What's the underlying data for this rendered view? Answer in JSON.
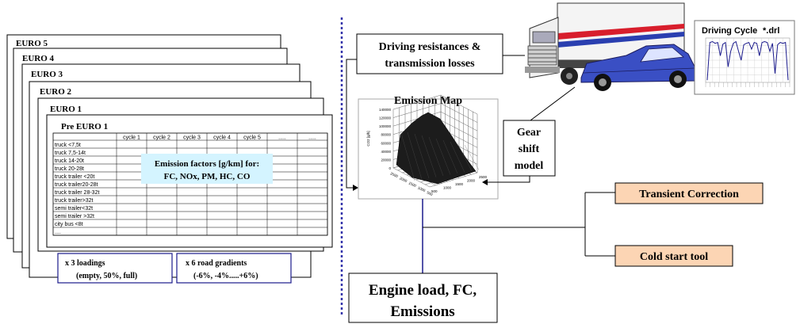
{
  "sheets": {
    "euro5": "EURO 5",
    "euro4": "EURO 4",
    "euro3": "EURO 3",
    "euro2": "EURO 2",
    "euro1": "EURO 1",
    "pre_euro1": "Pre EURO 1"
  },
  "table": {
    "columns": [
      "cycle 1",
      "cycle 2",
      "cycle 3",
      "cycle 4",
      "cycle 5",
      ".....",
      "....."
    ],
    "rows": [
      "truck <7,5t",
      "truck 7,5-14t",
      "truck 14-20t",
      "truck 20-28t",
      "truck trailer <20t",
      "truck trailer20-28t",
      "truck trailer 28-32t",
      "truck trailer>32t",
      "semi trailer<32t",
      "semi trailer >32t",
      "city bus <8t",
      "...."
    ],
    "emission_factors_line1": "Emission factors [g/km] for:",
    "emission_factors_line2": "FC, NOx, PM, HC, CO"
  },
  "loadings": {
    "line1": "x 3 loadings",
    "line2": "(empty, 50%, full)"
  },
  "gradients": {
    "line1": "x 6 road gradients",
    "line2": "(-6%, -4%.....+6%)"
  },
  "driving_resistances": {
    "line1": "Driving resistances &",
    "line2": "transmission losses"
  },
  "emission_map": {
    "title": "Emission Map",
    "z_ticks": [
      "140000",
      "120000",
      "100000",
      "80000",
      "60000",
      "40000",
      "20000",
      "0"
    ],
    "z_label": "CO2 [g/h]",
    "x_ticks": [
      "2500",
      "2000",
      "1500",
      "1000",
      "500"
    ],
    "y_ticks": [
      "2500",
      "2000",
      "1500",
      "1000",
      "500"
    ]
  },
  "gear_shift": {
    "line1": "Gear",
    "line2": "shift",
    "line3": "model"
  },
  "driving_cycle": {
    "title": "Driving Cycle",
    "ext": "*.drl"
  },
  "transient": {
    "label": "Transient Correction"
  },
  "cold_start": {
    "label": "Cold start tool"
  },
  "engine_load": {
    "line1": "Engine load, FC,",
    "line2": "Emissions"
  },
  "colors": {
    "line_blue": "#1a1a8c",
    "highlight_box": "#d4f4ff",
    "correction_box": "#fcd5b4",
    "dashed_divider": "#3333aa",
    "car_blue": "#3a4fc4",
    "truck_red": "#d81e2c"
  }
}
